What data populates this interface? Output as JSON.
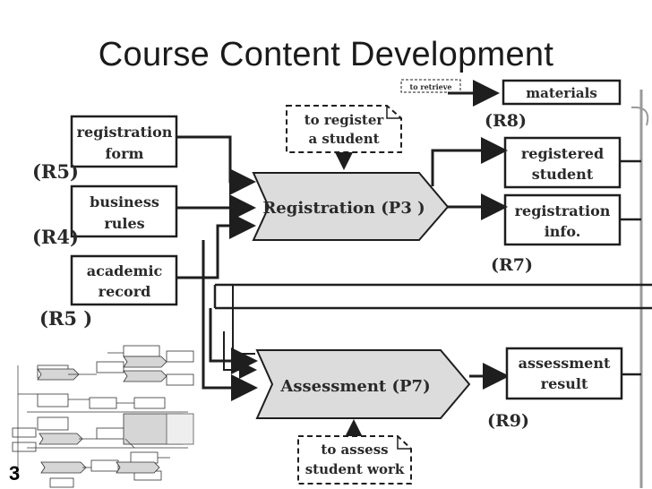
{
  "title": "Course Content Development",
  "slide_number": "3",
  "colors": {
    "process_fill": "#dcdcdc",
    "ink": "#1e1e1e",
    "frame": "#9a9a9a"
  },
  "diagram": {
    "inputs": {
      "registration_form": [
        "registration",
        "form"
      ],
      "business_rules": [
        "business",
        "rules"
      ],
      "academic_record": [
        "academic",
        "record"
      ]
    },
    "refs": {
      "r5_top": "(R5)",
      "r4": "(R4)",
      "r5_bottom": "(R5 )",
      "r8": "(R8)",
      "r7": "(R7)",
      "r9": "(R9)"
    },
    "notes": {
      "to_register": [
        "to register",
        "a student"
      ],
      "to_assess": [
        "to assess",
        "student work"
      ],
      "top_tiny": "to retrieve"
    },
    "processes": {
      "registration": "Registration (P3 )",
      "assessment": "Assessment  (P7)"
    },
    "outputs": {
      "materials": "materials",
      "registered_student": [
        "registered",
        "student"
      ],
      "registration_info": [
        "registration",
        "info."
      ],
      "assessment_result": [
        "assessment",
        "result"
      ]
    }
  }
}
